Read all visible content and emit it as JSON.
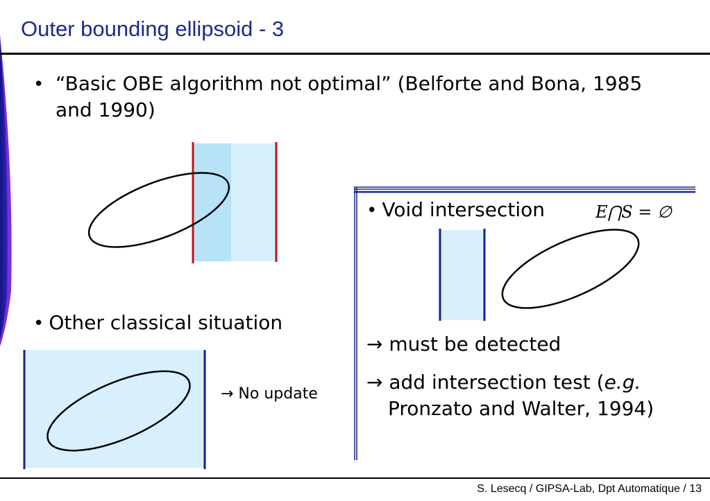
{
  "slide": {
    "title": "Outer bounding ellipsoid - 3",
    "footer": "S. Lesecq / GIPSA-Lab, Dpt Automatique / 13"
  },
  "bullets": {
    "dot": "•",
    "first": "“Basic OBE algorithm not optimal” (Belforte and Bona, 1985 and 1990)",
    "second": "Other classical situation",
    "third": "Void intersection"
  },
  "formula": "E⋂S = ∅",
  "no_update": "→ No update",
  "arrow_items": {
    "detected": "→ must be detected",
    "test_prefix": "→ add intersection test (",
    "test_eg": "e.g.",
    "test_line2": "Pronzato and Walter, 1994)"
  },
  "colors": {
    "title": "#1a2a8c",
    "band_light": "#d7f0fb",
    "band_overlap": "#b8e3f7",
    "red_line": "#c0121f",
    "navy_line": "#10238f",
    "left_bar_dark": "#101585",
    "left_bar_purple": "#7c2fd6"
  }
}
